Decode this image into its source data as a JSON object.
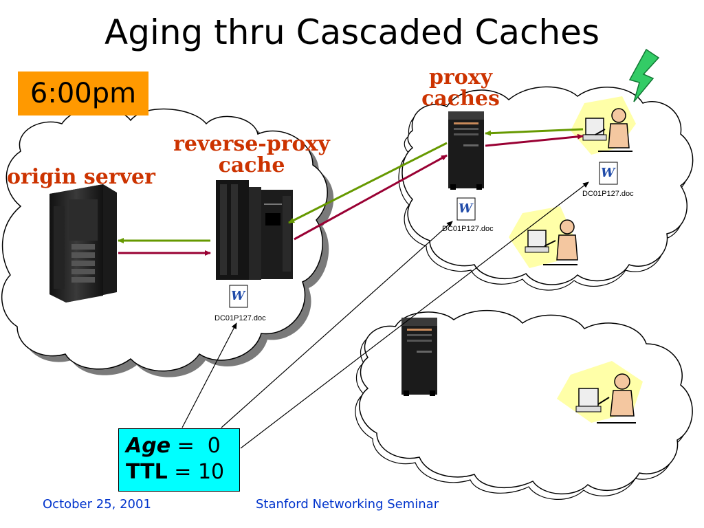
{
  "slide": {
    "title": "Aging thru Cascaded Caches",
    "time": "6:00pm",
    "labels": {
      "origin_server": "origin server",
      "reverse_proxy_line1": "reverse-proxy",
      "reverse_proxy_line2": "cache",
      "proxy_line1": "proxy",
      "proxy_line2": "caches"
    },
    "document_name": "DC01P127.doc",
    "doc_icon_letter": "W",
    "age_box": {
      "age_label": "Age",
      "age_equals": " =  0",
      "ttl_label": "TTL",
      "ttl_equals": " = 10"
    },
    "footer": {
      "date": "October 25, 2001",
      "event": "Stanford Networking Seminar"
    },
    "colors": {
      "label_red": "#cc3300",
      "time_box": "#ff9900",
      "age_box": "#00ffff",
      "footer_blue": "#0033cc",
      "request_arrow": "#990033",
      "response_arrow": "#669900"
    },
    "icons": [
      "cloud-icon",
      "server-tower-icon",
      "mainframe-icon",
      "word-document-icon",
      "user-at-computer-icon",
      "lightning-icon"
    ]
  }
}
